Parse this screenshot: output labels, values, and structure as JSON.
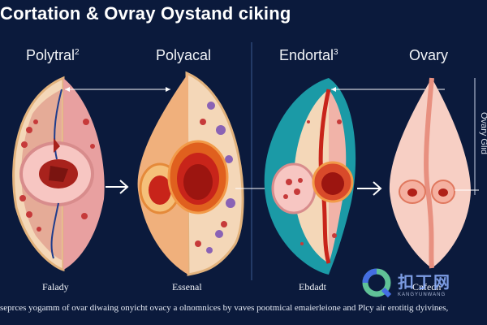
{
  "title": "Cortation & Ovray Oystand ciking",
  "panels": [
    {
      "heading": "Polytral",
      "heading_sup": "2",
      "label": "Falady"
    },
    {
      "heading": "Polyacal",
      "label": "Essenal"
    },
    {
      "heading": "Endortal",
      "heading_sup": "3",
      "label": "Ebdadt"
    },
    {
      "heading": "Ovary",
      "label": "Cnfedn"
    }
  ],
  "side_text": "Ovary Glid",
  "caption": "seprces yogamm of ovar diwaing onyicht ovacy a olnomnices by vaves pootmical emaierleione and Plcy air erotitig dyivines,",
  "watermark": {
    "cn": "扣丁网",
    "en": "KANGYUNWANG"
  },
  "colors": {
    "background": "#0b1a3c",
    "tissue_cream": "#f4d7b8",
    "tissue_pink": "#e8a0a0",
    "core_red": "#c8241a",
    "teal": "#1b9aa6",
    "purple": "#8a62b5"
  }
}
